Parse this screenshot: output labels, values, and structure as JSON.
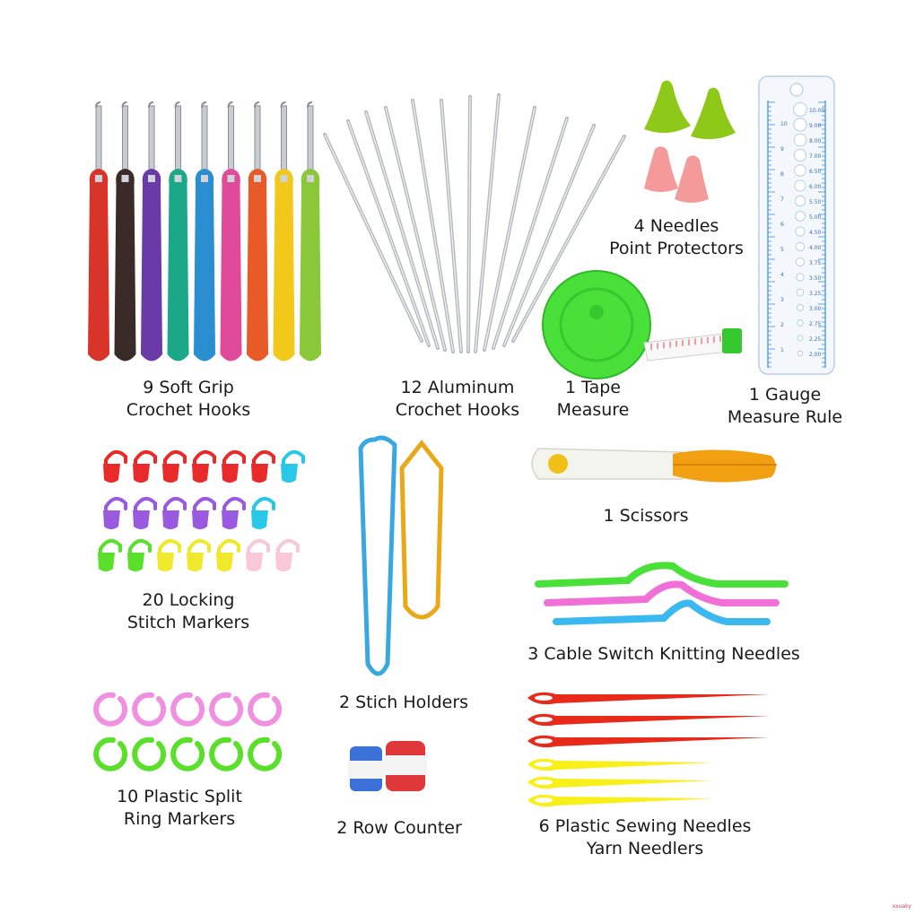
{
  "labels": {
    "soft_grip": [
      "9 Soft Grip",
      "Crochet Hooks"
    ],
    "aluminum": [
      "12 Aluminum",
      "Crochet Hooks"
    ],
    "protectors": [
      "4 Needles",
      "Point Protectors"
    ],
    "tape": [
      "1 Tape",
      "Measure"
    ],
    "gauge": [
      "1 Gauge",
      "Measure Rule"
    ],
    "locking": [
      "20 Locking",
      "Stitch Markers"
    ],
    "scissors": [
      "1 Scissors"
    ],
    "cable": [
      "3 Cable Switch Knitting Needles"
    ],
    "holders": [
      "2 Stich Holders"
    ],
    "split_ring": [
      "10 Plastic Split",
      "Ring Markers"
    ],
    "row_counter": [
      "2 Row Counter"
    ],
    "sewing": [
      "6 Plastic Sewing Needles",
      "Yarn Needlers"
    ]
  },
  "watermark": "xxuaky",
  "colors": {
    "soft_grip_handles": [
      "#d8342a",
      "#3a2a28",
      "#6a3aa8",
      "#1aa888",
      "#2a8ed0",
      "#e04a9a",
      "#e85a28",
      "#f2c81a",
      "#8ac83a"
    ],
    "locking_rows": [
      [
        "#e82a2a",
        "#e82a2a",
        "#e82a2a",
        "#e82a2a",
        "#e82a2a",
        "#e82a2a",
        "#2ac8e8"
      ],
      [
        "#9a5ae0",
        "#9a5ae0",
        "#9a5ae0",
        "#9a5ae0",
        "#9a5ae0",
        "#2ac8e8"
      ],
      [
        "#5ae02a",
        "#5ae02a",
        "#f0e82a",
        "#f0e82a",
        "#f0e82a",
        "#f8c8d8",
        "#f8c8d8"
      ]
    ],
    "split_ring_rows": [
      "#f090e0",
      "#5ae02a"
    ],
    "protector_green": "#8ec818",
    "protector_pink": "#f49a9a",
    "tape": "#4ae03a",
    "scissors_blade": "#f0a010",
    "cable": [
      "#4ae03a",
      "#f070d8",
      "#3ab8f0"
    ],
    "sewing_red": "#e82a1a",
    "sewing_yellow": "#f8f018",
    "holder_blue": "#3aa8e0",
    "holder_gold": "#e8a818",
    "counter_blue": "#3a70d8",
    "counter_red": "#e0383a"
  },
  "gauge_rule": {
    "left_scale": [
      "10",
      "9",
      "8",
      "7",
      "6",
      "5",
      "4",
      "3",
      "2",
      "1"
    ],
    "right_scale": [
      "10.00",
      "9.00",
      "8.00",
      "7.00",
      "6.50",
      "6.00",
      "5.50",
      "5.00",
      "4.50",
      "4.00",
      "3.75",
      "3.50",
      "3.25",
      "3.00",
      "2.75",
      "2.25",
      "2.00"
    ]
  }
}
